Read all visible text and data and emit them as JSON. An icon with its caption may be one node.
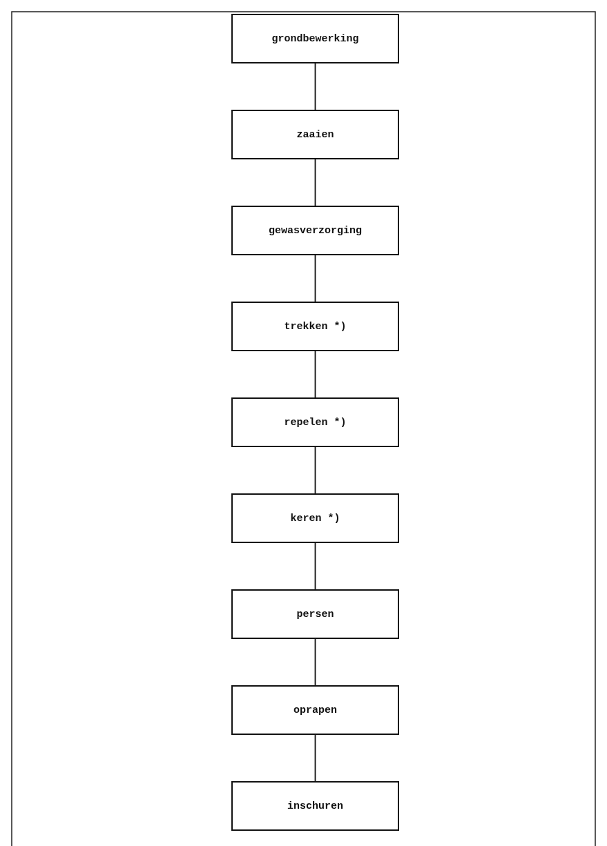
{
  "diagram": {
    "nodes": [
      {
        "text": [
          "grondbewerking"
        ]
      },
      {
        "text": [
          "zaaien"
        ]
      },
      {
        "text": [
          "gewasverzorging"
        ]
      },
      {
        "text": [
          "trekken *)"
        ]
      },
      {
        "text": [
          "repelen *)"
        ]
      },
      {
        "text": [
          "keren *)"
        ]
      },
      {
        "text": [
          "persen"
        ]
      },
      {
        "text": [
          "oprapen"
        ]
      },
      {
        "text": [
          "inschuren"
        ]
      }
    ],
    "edges": [
      {
        "from": 0,
        "to": 1,
        "arrow": "none"
      },
      {
        "from": 1,
        "to": 2,
        "arrow": "none"
      },
      {
        "from": 2,
        "to": 3,
        "arrow": "none"
      },
      {
        "from": 3,
        "to": 4,
        "arrow": "none"
      },
      {
        "from": 4,
        "to": 5,
        "arrow": "none"
      },
      {
        "from": 5,
        "to": 6,
        "arrow": "none"
      },
      {
        "from": 6,
        "to": 7,
        "arrow": "none"
      },
      {
        "from": 7,
        "to": 8,
        "arrow": "none"
      }
    ]
  }
}
